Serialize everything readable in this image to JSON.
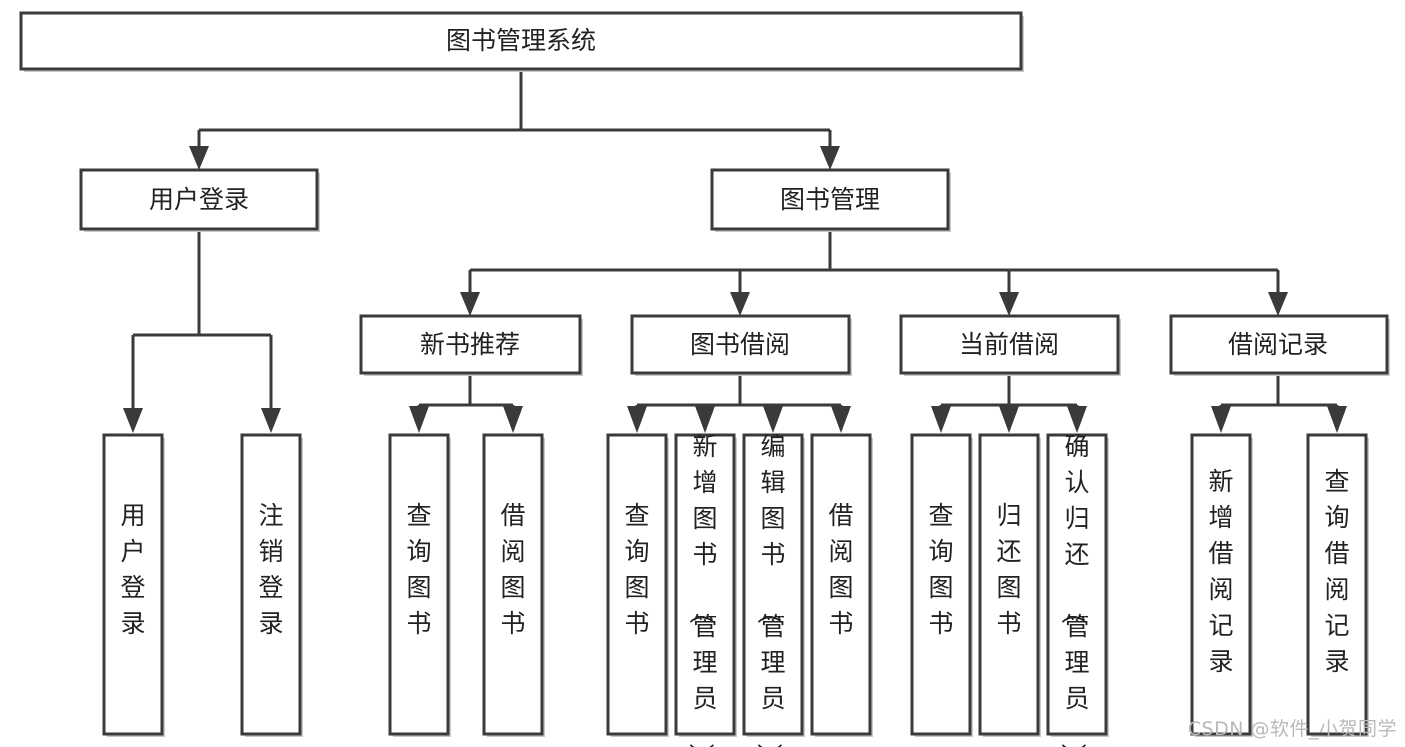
{
  "diagram": {
    "title": "图书管理系统",
    "watermark": "CSDN @软件_小贺同学",
    "colors": {
      "stroke": "#3a3a3a",
      "box_fill": "#ffffff",
      "text": "#222222",
      "watermark": "#b9b9b9",
      "background": "#ffffff"
    },
    "root": {
      "label": "图书管理系统"
    },
    "level2": [
      {
        "label": "用户登录"
      },
      {
        "label": "图书管理"
      }
    ],
    "level3": [
      {
        "label": "新书推荐"
      },
      {
        "label": "图书借阅"
      },
      {
        "label": "当前借阅"
      },
      {
        "label": "借阅记录"
      }
    ],
    "leaves": {
      "user_login": [
        {
          "label": "用户登录"
        },
        {
          "label": "注销登录"
        }
      ],
      "new_book_recommend": [
        {
          "label": "查询图书"
        },
        {
          "label": "借阅图书"
        }
      ],
      "book_borrow": [
        {
          "label": "查询图书"
        },
        {
          "label": "新增图书（管理员）"
        },
        {
          "label": "编辑图书（管理员）"
        },
        {
          "label": "借阅图书"
        }
      ],
      "current_borrow": [
        {
          "label": "查询图书"
        },
        {
          "label": "归还图书"
        },
        {
          "label": "确认归还（管理员）"
        }
      ],
      "borrow_record": [
        {
          "label": "新增借阅记录"
        },
        {
          "label": "查询借阅记录"
        }
      ]
    }
  }
}
